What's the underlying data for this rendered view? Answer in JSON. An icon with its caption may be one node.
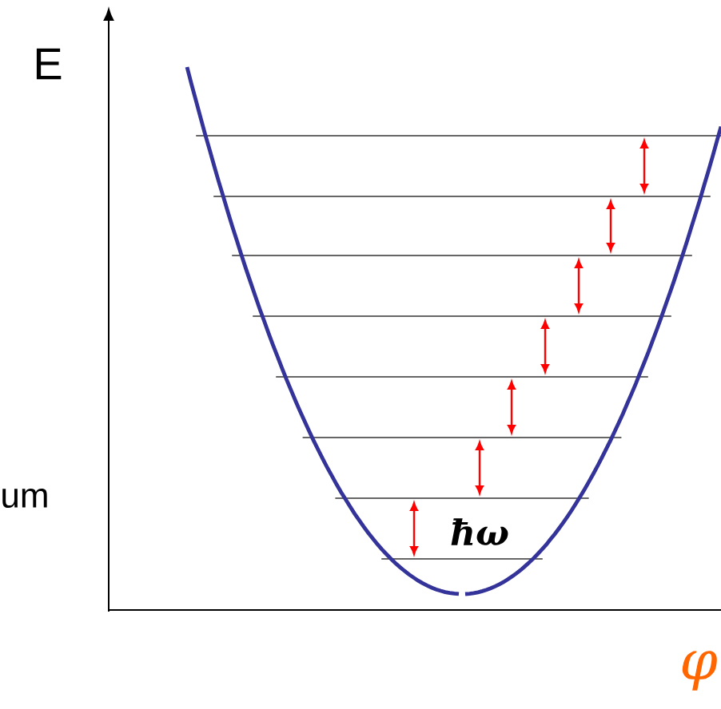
{
  "diagram": {
    "labels": [
      "E",
      "um",
      "ħω",
      "φ"
    ]
  }
}
